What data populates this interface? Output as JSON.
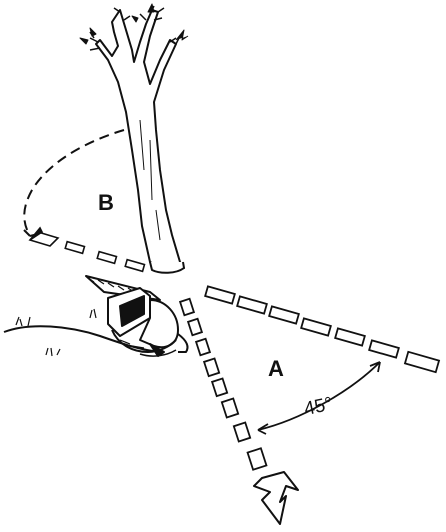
{
  "labels": {
    "zone_a": "A",
    "zone_b": "B",
    "angle": "45°"
  },
  "colors": {
    "ink": "#111111",
    "paper": "#ffffff"
  },
  "icons": [
    "tree-icon",
    "chainsaw-icon",
    "arrow-icon"
  ]
}
